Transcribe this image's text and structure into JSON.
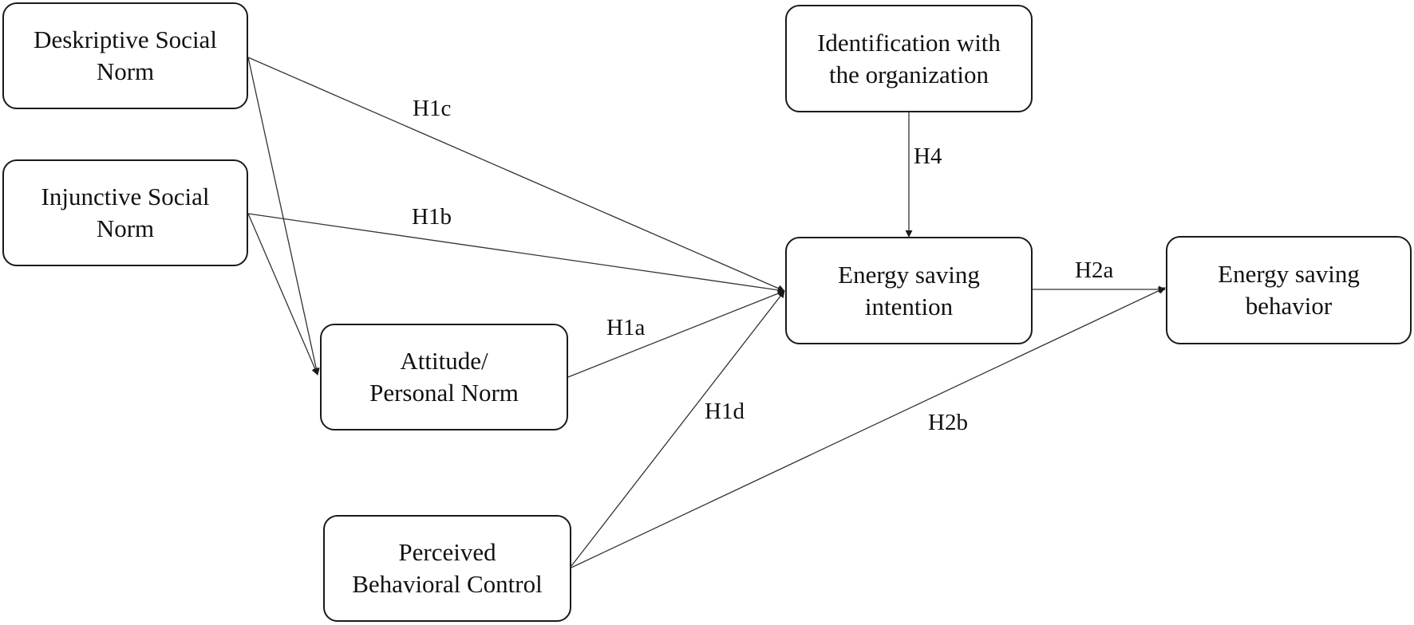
{
  "nodes": {
    "descriptive_norm": {
      "line1": "Deskriptive Social",
      "line2": "Norm"
    },
    "injunctive_norm": {
      "line1": "Injunctive Social",
      "line2": "Norm"
    },
    "attitude": {
      "line1": "Attitude/",
      "line2": "Personal Norm"
    },
    "perceived_control": {
      "line1": "Perceived",
      "line2": "Behavioral Control"
    },
    "identification": {
      "line1": "Identification with",
      "line2": "the organization"
    },
    "intention": {
      "line1": "Energy saving",
      "line2": "intention"
    },
    "behavior": {
      "line1": "Energy saving",
      "line2": "behavior"
    }
  },
  "edges": {
    "h1a": "H1a",
    "h1b": "H1b",
    "h1c": "H1c",
    "h1d": "H1d",
    "h2a": "H2a",
    "h2b": "H2b",
    "h4": "H4"
  }
}
